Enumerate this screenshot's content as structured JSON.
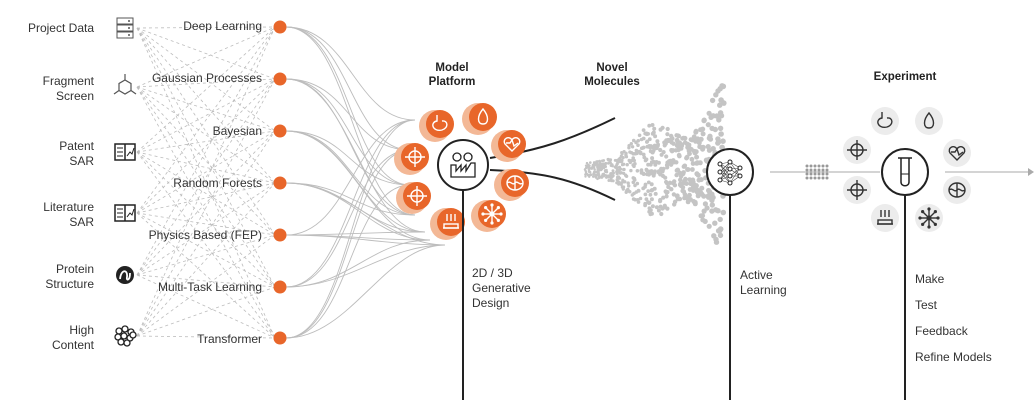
{
  "sources": [
    {
      "label": "Project Data",
      "icon": "server-icon"
    },
    {
      "label": "Fragment\nScreen",
      "icon": "molecule-icon"
    },
    {
      "label": "Patent\nSAR",
      "icon": "book-chart-icon"
    },
    {
      "label": "Literature\nSAR",
      "icon": "book-chart-icon"
    },
    {
      "label": "Protein\nStructure",
      "icon": "protein-icon"
    },
    {
      "label": "High\nContent",
      "icon": "cells-icon"
    }
  ],
  "models": [
    "Deep Learning",
    "Gaussian Processes",
    "Bayesian",
    "Random Forests",
    "Physics Based (FEP)",
    "Multi-Task Learning",
    "Transformer"
  ],
  "headings": {
    "model_platform": "Model\nPlatform",
    "novel_molecules": "Novel\nMolecules",
    "experiment": "Experiment"
  },
  "captions": {
    "generative": "2D / 3D\nGenerative\nDesign",
    "active_learning": "Active\nLearning"
  },
  "platform_icons": [
    "stomach-icon",
    "drop-icon",
    "heart-icon",
    "brain-icon",
    "network-icon",
    "assay-icon",
    "target-icon",
    "target-icon"
  ],
  "experiment_icons": [
    "stomach-icon",
    "drop-icon",
    "heart-icon",
    "brain-icon",
    "network-icon",
    "assay-icon",
    "target-icon",
    "target-icon"
  ],
  "steps": [
    "Make",
    "Test",
    "Feedback",
    "Refine Models"
  ],
  "colors": {
    "accent": "#e8662a",
    "accent_light": "#f3b896",
    "line": "#bdbdbd",
    "icon_bg": "#ececec",
    "text": "#333333"
  }
}
